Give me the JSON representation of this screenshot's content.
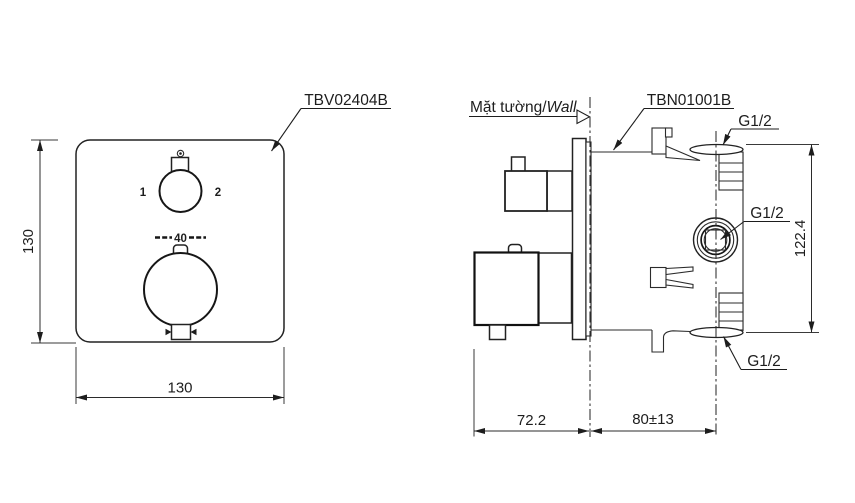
{
  "front": {
    "part_label": "TBV02404B",
    "mode_left": "1",
    "mode_right": "2",
    "temp_setting": "40",
    "dim_height": "130",
    "dim_width": "130"
  },
  "side": {
    "wall_label_vi": "Mặt tường/",
    "wall_label_en": "Wall",
    "part_label": "TBN01001B",
    "port_top": "G1/2",
    "port_side": "G1/2",
    "port_bottom": "G1/2",
    "dim_body_height": "122.4",
    "dim_trim_depth": "72.2",
    "dim_wall_depth": "80±13"
  },
  "colors": {
    "line": "#2b2b2b",
    "background": "#ffffff"
  }
}
